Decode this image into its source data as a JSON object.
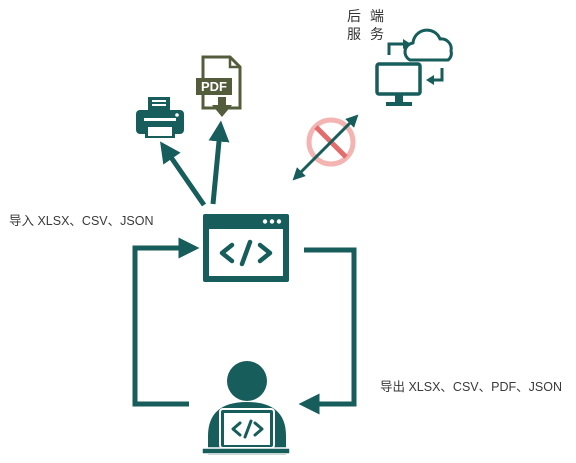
{
  "labels": {
    "backend_line1": "后端",
    "backend_line2": "服务",
    "import_text": "导入 XLSX、CSV、JSON",
    "export_text": "导出 XLSX、CSV、PDF、JSON",
    "pdf_icon_text": "PDF"
  },
  "icons": {
    "printer": "printer-icon",
    "pdf": "pdf-file-download-icon",
    "cloud_monitor": "cloud-sync-monitor-icon",
    "blocked": "blocked-connection-icon",
    "code_window": "code-window-icon",
    "developer": "developer-laptop-icon"
  },
  "colors": {
    "primary": "#175d5b",
    "pdf_doc": "#535d3b",
    "blocked_circle": "#f3b4b2",
    "blocked_slash": "#e36d6c"
  }
}
